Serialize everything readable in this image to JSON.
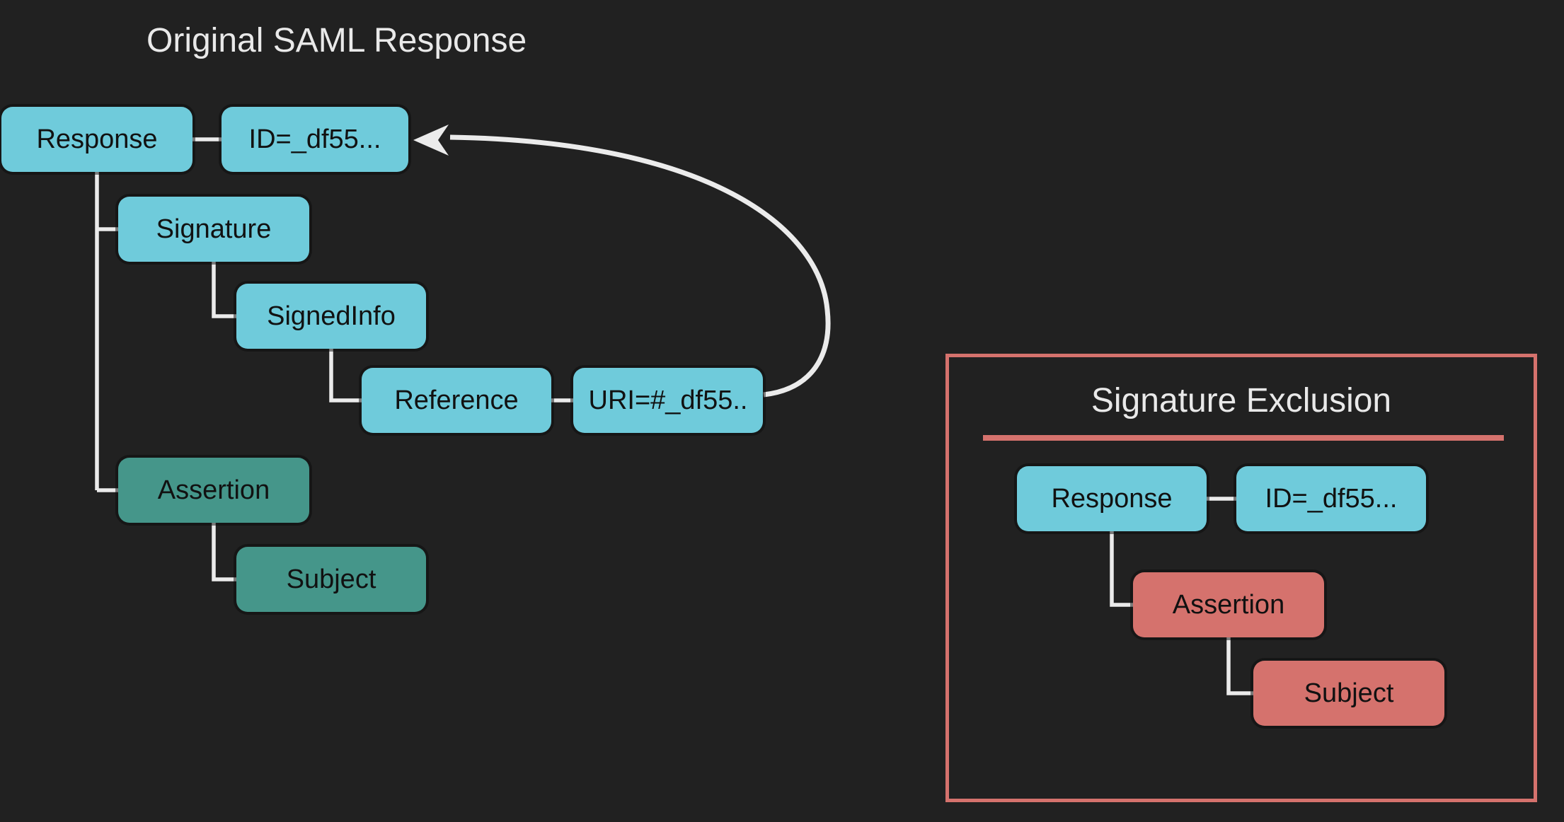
{
  "colors": {
    "background": "#212121",
    "node-cyan": "#6FCBDB",
    "node-teal": "#45968A",
    "node-salmon": "#D5726D",
    "node-text": "#111111",
    "title-text": "#E9E9E9",
    "connector": "#EBEBEB",
    "panel-border": "#D5726D"
  },
  "original": {
    "title": "Original SAML Response",
    "nodes": {
      "response": {
        "label": "Response"
      },
      "id": {
        "label": "ID=_df55..."
      },
      "signature": {
        "label": "Signature"
      },
      "signed_info": {
        "label": "SignedInfo"
      },
      "reference": {
        "label": "Reference"
      },
      "uri": {
        "label": "URI=#_df55.."
      },
      "assertion": {
        "label": "Assertion"
      },
      "subject": {
        "label": "Subject"
      }
    }
  },
  "exclusion": {
    "title": "Signature Exclusion",
    "nodes": {
      "response": {
        "label": "Response"
      },
      "id": {
        "label": "ID=_df55..."
      },
      "assertion": {
        "label": "Assertion"
      },
      "subject": {
        "label": "Subject"
      }
    }
  }
}
